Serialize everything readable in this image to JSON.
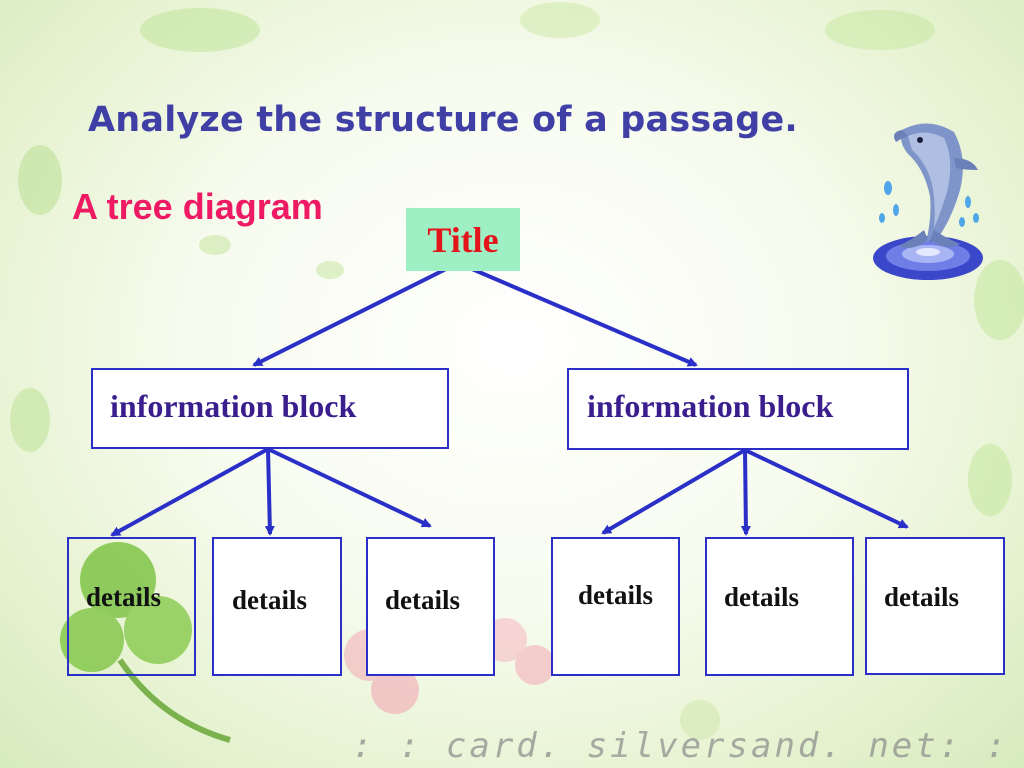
{
  "heading": "Analyze the structure of a passage.",
  "subheading": "A tree diagram",
  "tree": {
    "root": "Title",
    "blocks": [
      {
        "label": "information block",
        "details": [
          "details",
          "details",
          "details"
        ]
      },
      {
        "label": "information block",
        "details": [
          "details",
          "details",
          "details"
        ]
      }
    ]
  },
  "watermark": ": : card. silversand. net: :",
  "colors": {
    "heading": "#3f3fa6",
    "subheading": "#ee1a63",
    "title_box": "#9ef0c4",
    "title_text": "#e4141b",
    "connector": "#2a2fc8",
    "block_text": "#3a1e8e"
  },
  "decor": {
    "mascot": "dolphin-icon"
  }
}
